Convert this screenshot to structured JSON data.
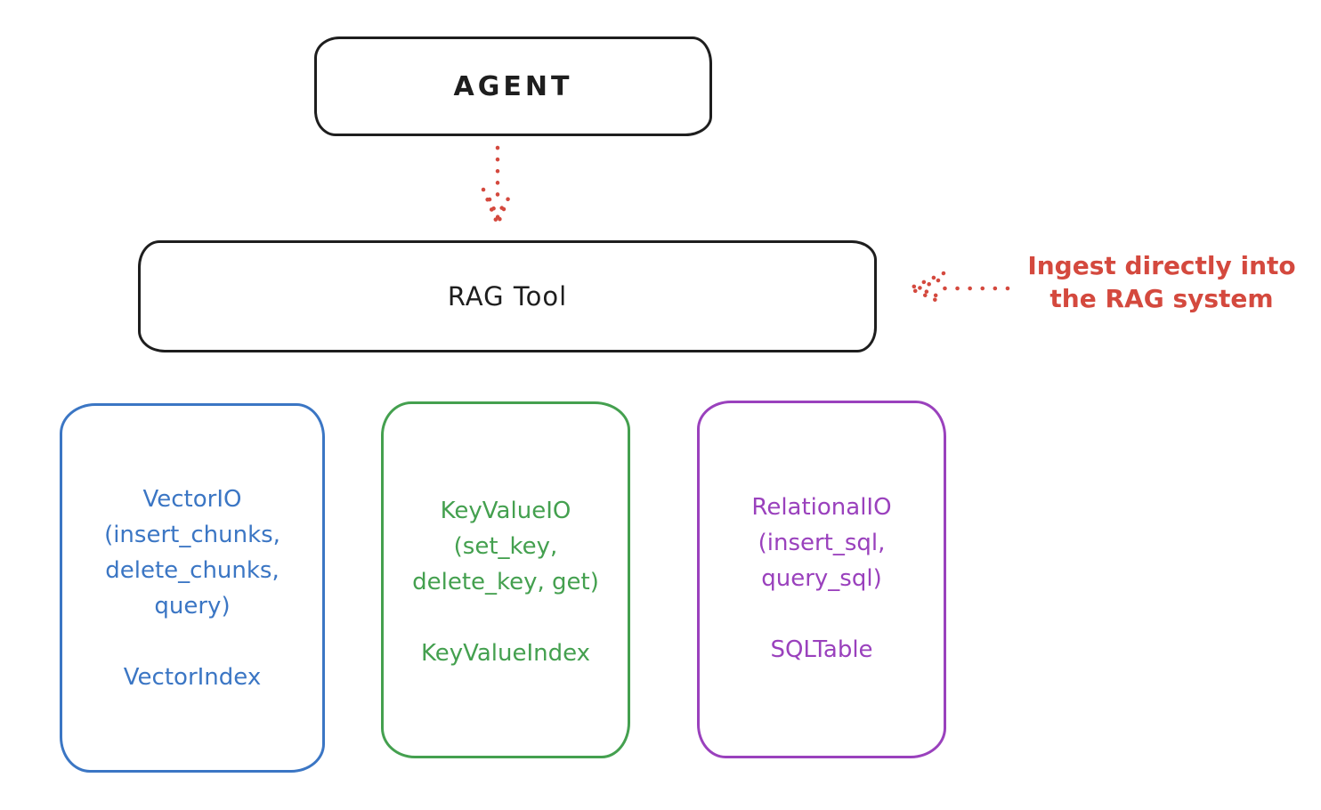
{
  "colors": {
    "stroke_black": "#1e1e1e",
    "annotation_red": "#d4493e",
    "vector_blue": "#3b76c4",
    "keyvalue_green": "#44a04f",
    "relational_purple": "#9a41bd"
  },
  "agent_box": {
    "label": "AGENT"
  },
  "rag_tool_box": {
    "label": "RAG Tool"
  },
  "annotation": {
    "line1": "Ingest directly into",
    "line2": "the RAG system"
  },
  "arrows": [
    {
      "name": "dotted-arrow-down",
      "from": "AGENT",
      "to": "RAG Tool",
      "style": "dotted",
      "color": "#d4493e"
    },
    {
      "name": "dotted-arrow-left",
      "from": "annotation",
      "to": "RAG Tool",
      "style": "dotted",
      "color": "#d4493e"
    }
  ],
  "backends": [
    {
      "id": "vector-io",
      "color": "#3b76c4",
      "lines": [
        "VectorIO",
        "(insert_chunks,",
        "delete_chunks,",
        "query)"
      ],
      "index_label": "VectorIndex"
    },
    {
      "id": "keyvalue-io",
      "color": "#44a04f",
      "lines": [
        "KeyValueIO",
        "(set_key,",
        "delete_key, get)"
      ],
      "index_label": "KeyValueIndex"
    },
    {
      "id": "relational-io",
      "color": "#9a41bd",
      "lines": [
        "RelationalIO",
        "(insert_sql,",
        "query_sql)"
      ],
      "index_label": "SQLTable"
    }
  ]
}
